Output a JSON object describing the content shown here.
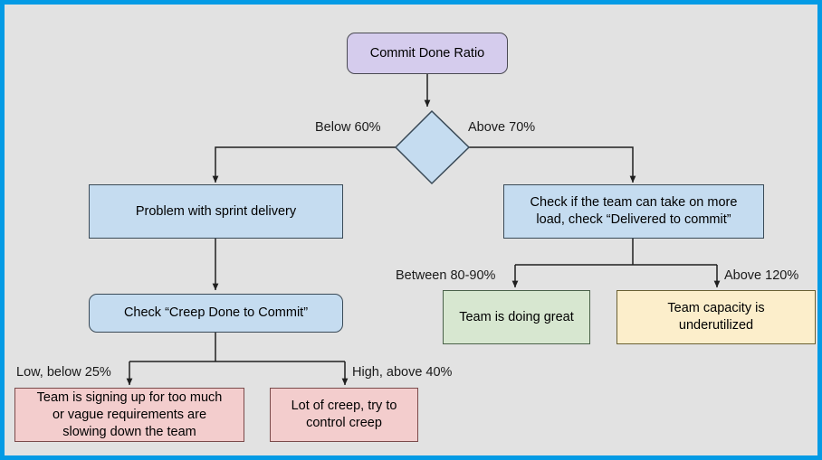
{
  "diagram": {
    "title": "Commit Done Ratio decision flowchart",
    "canvas": {
      "background_color": "#e2e2e2",
      "border_color": "#049be5"
    },
    "nodes": {
      "root": {
        "label": "Commit Done Ratio",
        "shape": "rounded-rectangle",
        "fill": "#d5cced"
      },
      "decision": {
        "label": "",
        "shape": "diamond",
        "fill": "#c5dcf0"
      },
      "problem_sprint_delivery": {
        "label": "Problem with sprint delivery",
        "shape": "rectangle",
        "fill": "#c5dcf0"
      },
      "check_team_load": {
        "line1": "Check if the team can take on more",
        "line2": "load, check “Delivered to commit”",
        "shape": "rectangle",
        "fill": "#c5dcf0"
      },
      "check_creep": {
        "label": "Check “Creep Done to Commit”",
        "shape": "rounded-rectangle",
        "fill": "#c5dcf0"
      },
      "team_doing_great": {
        "label": "Team is doing great",
        "shape": "rectangle",
        "fill": "#d7e7d0"
      },
      "team_underutilized": {
        "line1": "Team capacity is",
        "line2": "underutilized",
        "shape": "rectangle",
        "fill": "#fceecb"
      },
      "signing_up_too_much": {
        "line1": "Team is signing up for too much",
        "line2": "or vague requirements are",
        "line3": "slowing down the team",
        "shape": "rectangle",
        "fill": "#f3cdcd"
      },
      "lot_of_creep": {
        "line1": "Lot of creep, try to",
        "line2": "control creep",
        "shape": "rectangle",
        "fill": "#f3cdcd"
      }
    },
    "edge_labels": {
      "below_60": "Below 60%",
      "above_70": "Above 70%",
      "between_80_90": "Between 80-90%",
      "above_120": "Above 120%",
      "low_below_25": "Low, below 25%",
      "high_above_40": "High, above 40%"
    }
  }
}
